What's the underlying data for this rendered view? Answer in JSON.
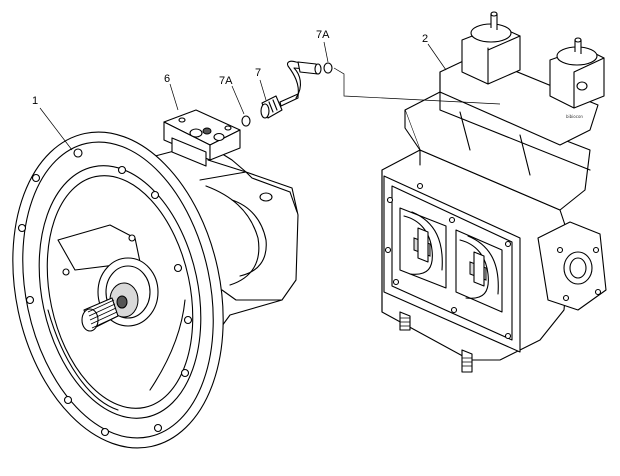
{
  "callouts": {
    "c1": "1",
    "c2": "2",
    "c6": "6",
    "c7": "7",
    "c7a_left": "7A",
    "c7a_top": "7A"
  },
  "colors": {
    "line": "#000000",
    "background": "#ffffff",
    "shade": "#d9d9d9"
  },
  "watermark_text": "bibiocon"
}
